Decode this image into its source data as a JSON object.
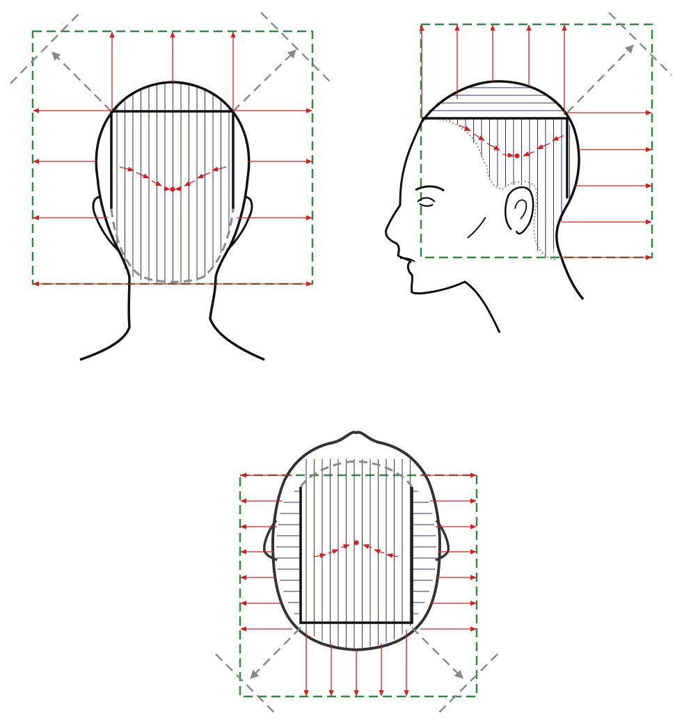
{
  "colors": {
    "frame": "#2e8b3e",
    "arrow": "#d81f1f",
    "guide": "#8a8a8a",
    "section_lines": "#2d2d78",
    "outline": "#111111",
    "background": "#ffffff"
  },
  "views": [
    {
      "name": "back-view"
    },
    {
      "name": "side-view"
    },
    {
      "name": "top-view"
    }
  ],
  "icons": {
    "arrow": "arrowhead-icon",
    "center_point": "center-point-icon"
  }
}
